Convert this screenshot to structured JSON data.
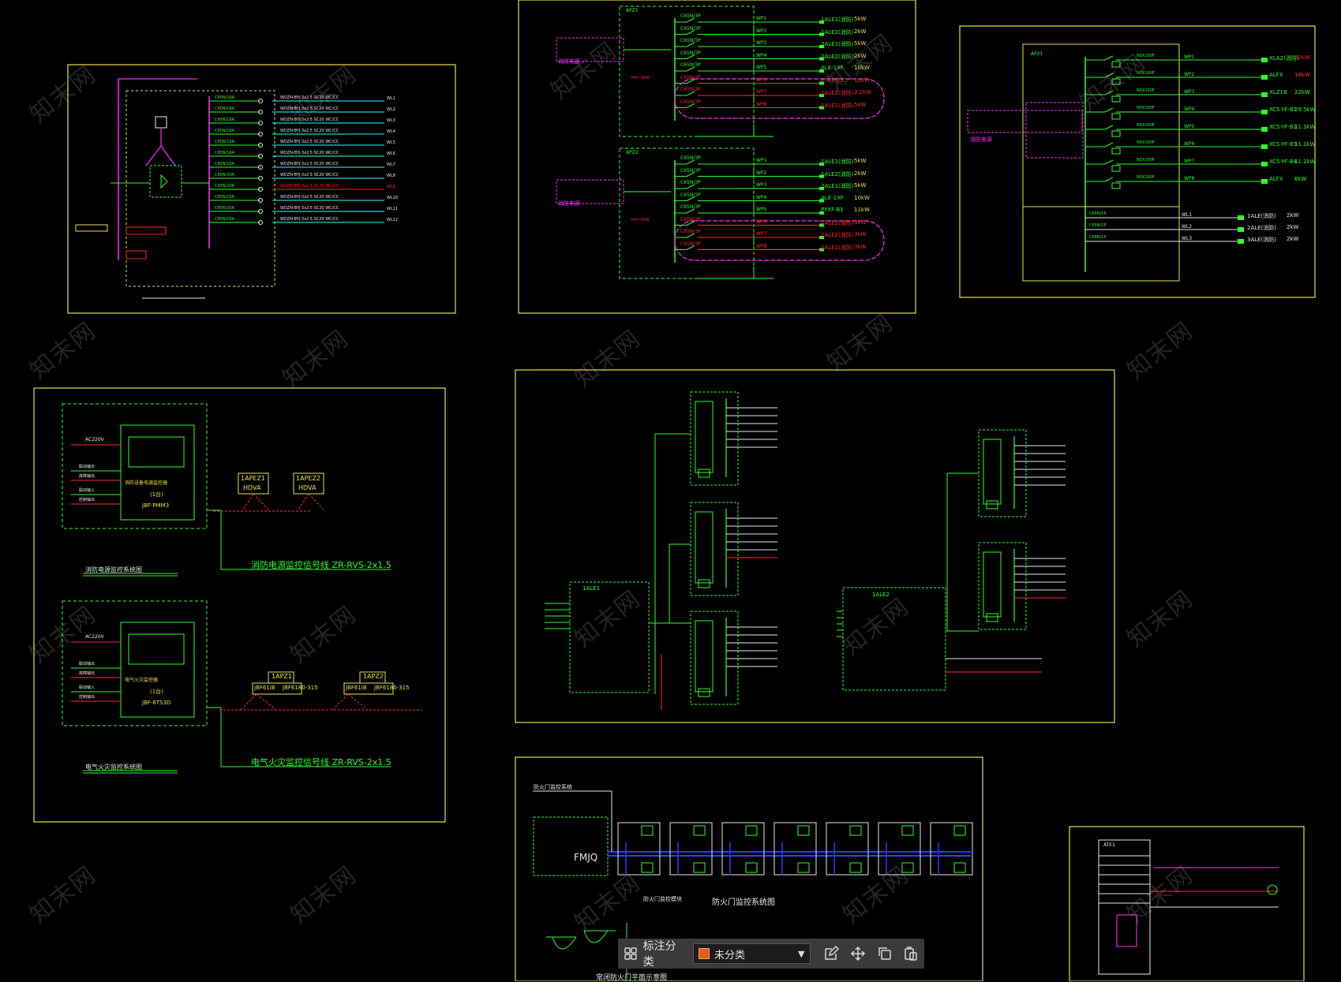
{
  "watermark": "知末网",
  "toolbar": {
    "label": "标注分类",
    "selected": "未分类",
    "swatch_color": "#e85d12",
    "icons": [
      "grid-icon",
      "edit-icon",
      "move-icon",
      "copy-icon",
      "paste-icon"
    ]
  },
  "colors": {
    "frame": "#e6e24a",
    "green": "#2aff2a",
    "magenta": "#ff2aff",
    "red": "#ff2a2a",
    "blue": "#2a3aff",
    "white": "#e8e8e8"
  },
  "panel_topmid": {
    "box1": "APZ1",
    "box2": "APZ2",
    "rows1": [
      {
        "circuit": "WP1",
        "target": "1ALE1(消防)",
        "power": "5kW"
      },
      {
        "circuit": "WP2",
        "target": "1ALE2(消防)",
        "power": "2kW"
      },
      {
        "circuit": "WP3",
        "target": "2ALE1(消防)",
        "power": "5kW"
      },
      {
        "circuit": "WP4",
        "target": "2ALE2(消防)",
        "power": "2kW"
      },
      {
        "circuit": "WP5",
        "target": "ALE-1XF",
        "power": "10kW"
      },
      {
        "circuit": "WP6",
        "target": "PYXF-B1",
        "power": "11kW"
      },
      {
        "circuit": "WP7",
        "target": "1ALE2(消防)",
        "power": "2.2kW"
      },
      {
        "circuit": "WP8",
        "target": "1ALE1(消防)",
        "power": "5kW"
      }
    ],
    "rows2": [
      {
        "circuit": "WP1",
        "target": "1ALE1(消防)",
        "power": "5kW"
      },
      {
        "circuit": "WP2",
        "target": "1ALE2(消防)",
        "power": "2kW"
      },
      {
        "circuit": "WP3",
        "target": "2ALE1(消防)",
        "power": "5kW"
      },
      {
        "circuit": "WP4",
        "target": "ALE-1XF",
        "power": "10kW"
      },
      {
        "circuit": "WP5",
        "target": "PYXF-B1",
        "power": "11kW"
      },
      {
        "circuit": "WP6",
        "target": "1ALE2(消防)",
        "power": "3kW"
      },
      {
        "circuit": "WP7",
        "target": "2ALE2(消防)",
        "power": "3kW"
      },
      {
        "circuit": "WP8",
        "target": "1ALE1(消防)",
        "power": "3kW"
      }
    ],
    "note": "消防电源"
  },
  "panel_topright": {
    "box": "AP21",
    "rows": [
      {
        "circuit": "WP1",
        "target": "XLA2(消防)",
        "power": "22kW"
      },
      {
        "circuit": "WP2",
        "target": "ALFX",
        "power": "18kW"
      },
      {
        "circuit": "WP3",
        "target": "XLZ1B",
        "power": "22kW"
      },
      {
        "circuit": "WP4",
        "target": "XCS-YF-B1",
        "power": "29.5kW"
      },
      {
        "circuit": "WP5",
        "target": "XCS-YF-B2",
        "power": "11.1kW"
      },
      {
        "circuit": "WP6",
        "target": "XCS-YF-B3",
        "power": "11.1kW"
      },
      {
        "circuit": "WP7",
        "target": "XCS-YF-B4",
        "power": "11.1kW"
      },
      {
        "circuit": "WP8",
        "target": "ALFX",
        "power": "6kW"
      }
    ],
    "rows_white": [
      {
        "circuit": "WL1",
        "target": "1ALE(消防)",
        "power": "2kW"
      },
      {
        "circuit": "WL2",
        "target": "2ALE(消防)",
        "power": "2kW"
      },
      {
        "circuit": "WL3",
        "target": "3ALE(消防)",
        "power": "2kW"
      }
    ]
  },
  "panel_midleft": {
    "top_caption": "消防电源监控系统图",
    "top_signal": "消防电源监控信号线 ZR-RVS-2x1.5",
    "top_device": "消防设备电源监控器",
    "top_device_qty": "(1台)",
    "top_model": "JBF-PMM3",
    "top_nodes": [
      {
        "name": "1APEZ1",
        "model": "HDVA"
      },
      {
        "name": "1APEZ2",
        "model": "HDVA"
      }
    ],
    "bottom_caption": "电气火灾监控系统图",
    "bottom_signal": "电气火灾监控信号线 ZR-RVS-2x1.5",
    "bottom_device": "电气火灾监控器",
    "bottom_device_qty": "(1台)",
    "bottom_model": "JBF-6TS3D",
    "bottom_nodes": [
      {
        "name": "1APZ1",
        "models": [
          "JBF61IB",
          "JBF6180-315"
        ]
      },
      {
        "name": "1APZ2",
        "models": [
          "JBF61IB",
          "JBF6180-315"
        ]
      }
    ],
    "ac_label": "AC220V",
    "lines": [
      "联动输出",
      "故障输出",
      "联动输入",
      "控制输出"
    ]
  },
  "panel_center": {
    "box_left": "1ALE1",
    "box_right": "1ALE2"
  },
  "panel_bottommid": {
    "title_top": "防火门监控系统",
    "caption": "防火门监控系统图",
    "controller": "FMJQ",
    "caption2": "防火门监控模块",
    "bottom_caption": "常闭防火门平面示意图",
    "doors": 7
  },
  "panel_bottomright": {
    "box": "ATE1"
  }
}
